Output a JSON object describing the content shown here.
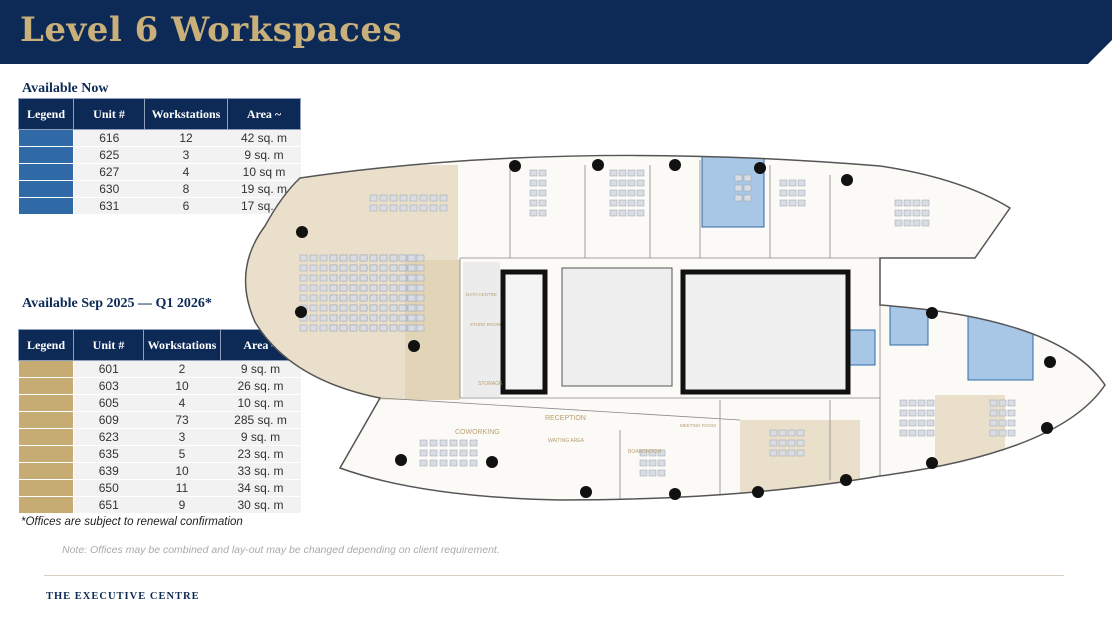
{
  "header": {
    "title": "Level 6 Workspaces"
  },
  "colors": {
    "navy": "#0d2a56",
    "gold": "#c9b07a",
    "available_now": "#2f6aa6",
    "available_later": "#c6ac73"
  },
  "available_now": {
    "title": "Available Now",
    "columns": [
      "Legend",
      "Unit #",
      "Workstations",
      "Area ~"
    ],
    "rows": [
      {
        "unit": "616",
        "workstations": "12",
        "area": "42 sq. m"
      },
      {
        "unit": "625",
        "workstations": "3",
        "area": "9 sq. m"
      },
      {
        "unit": "627",
        "workstations": "4",
        "area": "10 sq m"
      },
      {
        "unit": "630",
        "workstations": "8",
        "area": "19 sq. m"
      },
      {
        "unit": "631",
        "workstations": "6",
        "area": "17 sq. m"
      }
    ]
  },
  "available_later": {
    "title": "Available Sep 2025 — Q1 2026*",
    "columns": [
      "Legend",
      "Unit #",
      "Workstations",
      "Area ~"
    ],
    "rows": [
      {
        "unit": "601",
        "workstations": "2",
        "area": "9 sq. m"
      },
      {
        "unit": "603",
        "workstations": "10",
        "area": "26 sq. m"
      },
      {
        "unit": "605",
        "workstations": "4",
        "area": "10 sq. m"
      },
      {
        "unit": "609",
        "workstations": "73",
        "area": "285 sq. m"
      },
      {
        "unit": "623",
        "workstations": "3",
        "area": "9 sq. m"
      },
      {
        "unit": "635",
        "workstations": "5",
        "area": "23 sq. m"
      },
      {
        "unit": "639",
        "workstations": "10",
        "area": "33 sq. m"
      },
      {
        "unit": "650",
        "workstations": "11",
        "area": "34 sq. m"
      },
      {
        "unit": "651",
        "workstations": "9",
        "area": "30 sq. m"
      }
    ],
    "footnote": "*Offices are subject to renewal confirmation"
  },
  "plan_labels": {
    "coworking": "COWORKING",
    "reception": "RECEPTION",
    "waiting": "WAITING AREA",
    "boardroom": "BOARDROOM",
    "storage": "STORAGE",
    "store_room": "STORE ROOM",
    "data_centre": "DATA CENTRE",
    "meeting_room": "MEETING ROOM"
  },
  "note": "Note: Offices may be combined and lay-out may be changed depending on client requirement.",
  "brand": "THE EXECUTIVE CENTRE"
}
